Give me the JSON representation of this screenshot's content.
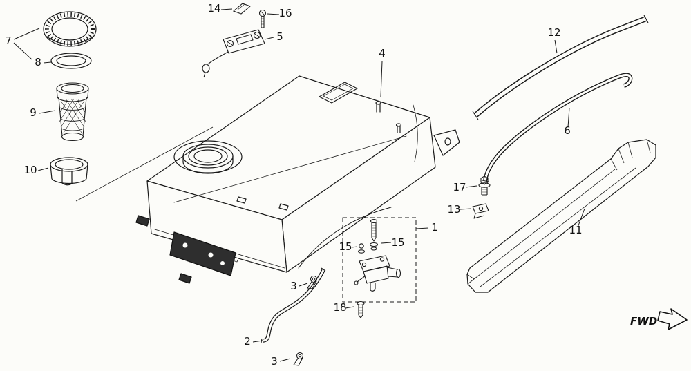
{
  "diagram": {
    "background": "#fcfcf9",
    "line_color": "#1a1a1a",
    "fwd_label": "FWD",
    "callouts": [
      {
        "part": "fuel-cap",
        "label": "7"
      },
      {
        "part": "cap-gasket",
        "label": "8"
      },
      {
        "part": "fuel-strainer",
        "label": "9"
      },
      {
        "part": "cap-holder-cup",
        "label": "10"
      },
      {
        "part": "clip-plate",
        "label": "14"
      },
      {
        "part": "top-screw",
        "label": "16"
      },
      {
        "part": "latch-bracket",
        "label": "5"
      },
      {
        "part": "fuel-tank",
        "label": "4"
      },
      {
        "part": "upper-strip",
        "label": "12"
      },
      {
        "part": "bent-pipe",
        "label": "6"
      },
      {
        "part": "flange-bolt",
        "label": "17"
      },
      {
        "part": "small-bracket",
        "label": "13"
      },
      {
        "part": "side-rail",
        "label": "11"
      },
      {
        "part": "valve-assembly",
        "label": "1"
      },
      {
        "part": "washer-right",
        "label": "15"
      },
      {
        "part": "washer-left",
        "label": "15"
      },
      {
        "part": "tube-clip-upper",
        "label": "3"
      },
      {
        "part": "valve-screw",
        "label": "18"
      },
      {
        "part": "fuel-tube",
        "label": "2"
      },
      {
        "part": "tube-clip-lower",
        "label": "3"
      }
    ]
  }
}
